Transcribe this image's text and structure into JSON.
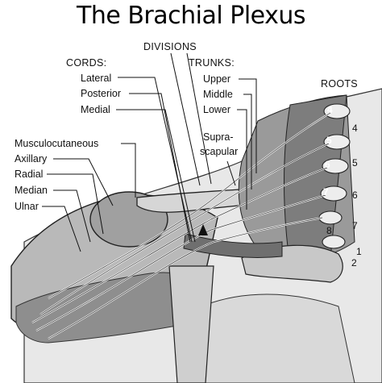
{
  "title": "The Brachial Plexus",
  "headers": {
    "divisions": "DIVISIONS",
    "cords": "CORDS:",
    "trunks": "TRUNKS:",
    "roots": "ROOTS"
  },
  "cords": [
    "Lateral",
    "Posterior",
    "Medial"
  ],
  "trunks": [
    "Upper",
    "Middle",
    "Lower"
  ],
  "suprascapular": [
    "Supra-",
    "scapular"
  ],
  "nerves": [
    "Musculocutaneous",
    "Axillary",
    "Radial",
    "Median",
    "Ulnar"
  ],
  "vertebrae": [
    "4",
    "5",
    "6",
    "7",
    "8",
    "1",
    "2"
  ],
  "root_numbers": [
    "4",
    "5",
    "6",
    "7",
    "8",
    "1",
    "2"
  ]
}
